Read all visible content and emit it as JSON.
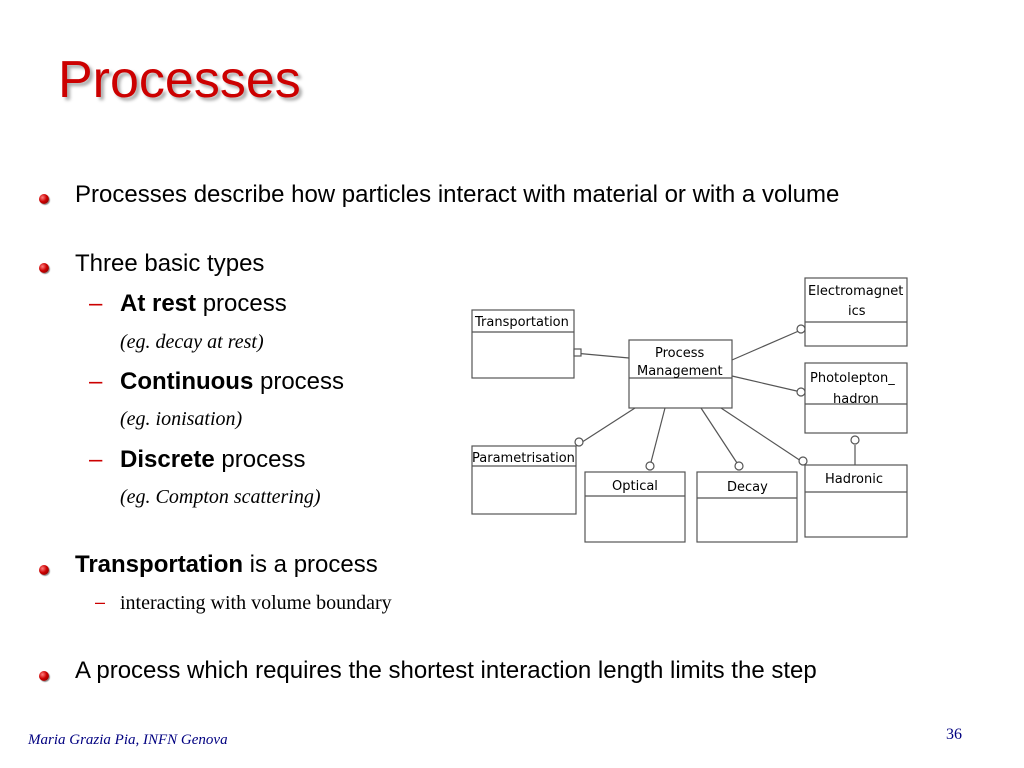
{
  "slide": {
    "title": "Processes",
    "bullets": [
      {
        "text": "Processes describe how particles interact with material or with a volume"
      },
      {
        "text": "Three basic types"
      },
      {
        "bold": "Transportation",
        "text": " is a process"
      },
      {
        "text": "A process which requires the shortest interaction length limits the step"
      }
    ],
    "types": [
      {
        "bold": "At rest",
        "text": " process",
        "example": "(eg. decay at rest)"
      },
      {
        "bold": "Continuous",
        "text": " process",
        "example": "(eg. ionisation)"
      },
      {
        "bold": "Discrete",
        "text": " process",
        "example": "(eg. Compton scattering)"
      }
    ],
    "transport_sub": "interacting with volume boundary",
    "dash": "–",
    "footer": "Maria Grazia Pia, INFN Genova",
    "page_number": "36"
  },
  "diagram": {
    "center": "Process\nManagement",
    "boxes": {
      "transportation": "Transportation",
      "parametrisation": "Parametrisation",
      "optical": "Optical",
      "decay": "Decay",
      "hadronic": "Hadronic",
      "electromagnetics_1": "Electromagnet",
      "electromagnetics_2": "ics",
      "photolepton_1": "Photolepton_",
      "photolepton_2": "hadron",
      "center_1": "Process",
      "center_2": "Management"
    }
  },
  "colors": {
    "title": "#cc0000",
    "bullet": "#cc0000",
    "footer": "#000080"
  }
}
